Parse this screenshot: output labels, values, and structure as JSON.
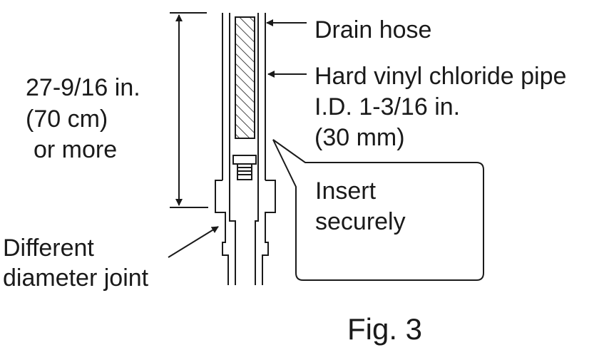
{
  "labels": {
    "length_line1": "27-9/16 in.",
    "length_line2": "(70 cm)",
    "length_line3": "or more",
    "drain_hose": "Drain hose",
    "pipe_line1": "Hard vinyl chloride pipe",
    "pipe_line2": "I.D. 1-3/16 in.",
    "pipe_line3": "(30 mm)",
    "insert_line1": "Insert",
    "insert_line2": "securely",
    "joint_line1": "Different",
    "joint_line2": "diameter joint",
    "figure": "Fig. 3"
  },
  "colors": {
    "ink": "#1a1a1a",
    "background": "#ffffff"
  }
}
